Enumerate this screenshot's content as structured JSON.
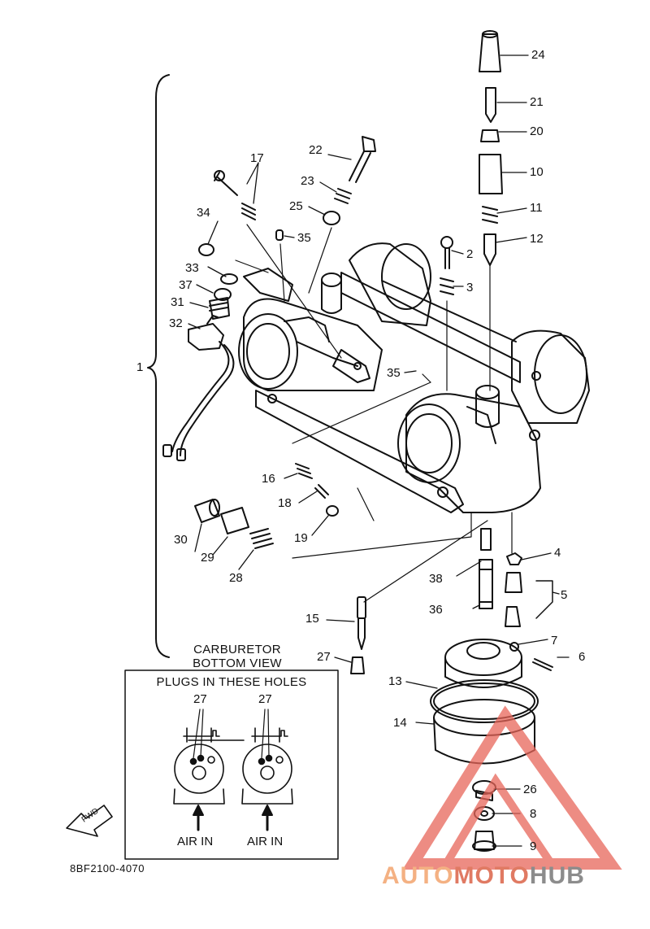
{
  "callouts": {
    "c1": "1",
    "c2": "2",
    "c3": "3",
    "c4": "4",
    "c5": "5",
    "c6": "6",
    "c7": "7",
    "c8": "8",
    "c9": "9",
    "c10": "10",
    "c11": "11",
    "c12": "12",
    "c13": "13",
    "c14": "14",
    "c15": "15",
    "c16": "16",
    "c17": "17",
    "c18": "18",
    "c19": "19",
    "c20": "20",
    "c21": "21",
    "c22": "22",
    "c23": "23",
    "c24": "24",
    "c25": "25",
    "c26": "26",
    "c27": "27",
    "c28": "28",
    "c29": "29",
    "c30": "30",
    "c31": "31",
    "c32": "32",
    "c33": "33",
    "c34": "34",
    "c35": "35",
    "c36": "36",
    "c37": "37",
    "c38": "38",
    "c35b": "35",
    "c27a": "27",
    "c27b": "27"
  },
  "inset": {
    "bottom_view_title": "CARBURETOR\nBOTTOM VIEW",
    "plugs_label": "PLUGS IN THESE HOLES",
    "air_in_left": "AIR IN",
    "air_in_right": "AIR IN"
  },
  "fwd_label": "FWD",
  "diagram_code": "8BF2100-4070",
  "watermark": {
    "part1": "AUTO",
    "part2": "MOTO",
    "part3": "HUB"
  },
  "colors": {
    "ink": "#111111",
    "watermark_orange": "#f4b183",
    "watermark_red": "#e07a63",
    "watermark_grey": "#8c8c8c"
  }
}
